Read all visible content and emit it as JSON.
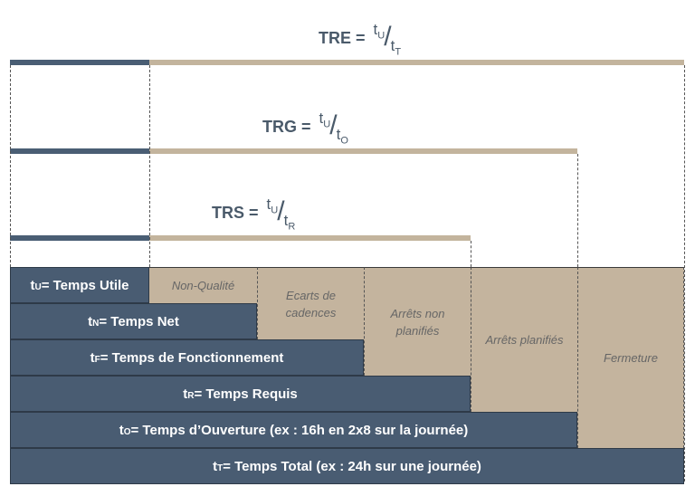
{
  "formulas": {
    "tre": {
      "label": "TRE",
      "eq": "=",
      "num": "t",
      "num_sub": "U",
      "slash": "/",
      "den": "t",
      "den_sub": "T"
    },
    "trg": {
      "label": "TRG",
      "eq": "=",
      "num": "t",
      "num_sub": "U",
      "slash": "/",
      "den": "t",
      "den_sub": "O"
    },
    "trs": {
      "label": "TRS",
      "eq": "=",
      "num": "t",
      "num_sub": "U",
      "slash": "/",
      "den": "t",
      "den_sub": "R"
    }
  },
  "rows": [
    {
      "sym": "t",
      "sub": "U",
      "text": " = Temps Utile"
    },
    {
      "sym": "t",
      "sub": "N",
      "text": " = Temps Net"
    },
    {
      "sym": "t",
      "sub": "F",
      "text": " = Temps de Fonctionnement"
    },
    {
      "sym": "t",
      "sub": "R",
      "text": " = Temps Requis"
    },
    {
      "sym": "t",
      "sub": "O",
      "text": " = Temps d’Ouverture (ex : 16h en 2x8 sur la journée)"
    },
    {
      "sym": "t",
      "sub": "T",
      "text": " = Temps Total (ex : 24h sur une journée)"
    }
  ],
  "losses": [
    {
      "line1": "Non-Qualité",
      "line2": ""
    },
    {
      "line1": "Ecarts de",
      "line2": "cadences"
    },
    {
      "line1": "Arrêts non",
      "line2": "planifiés"
    },
    {
      "line1": "Arrêts planifiés",
      "line2": ""
    },
    {
      "line1": "Fermeture",
      "line2": ""
    }
  ],
  "colors": {
    "blue": "#495c72",
    "tan": "#c4b49e",
    "formula_text": "#4a5a6a",
    "loss_text": "#666666"
  }
}
